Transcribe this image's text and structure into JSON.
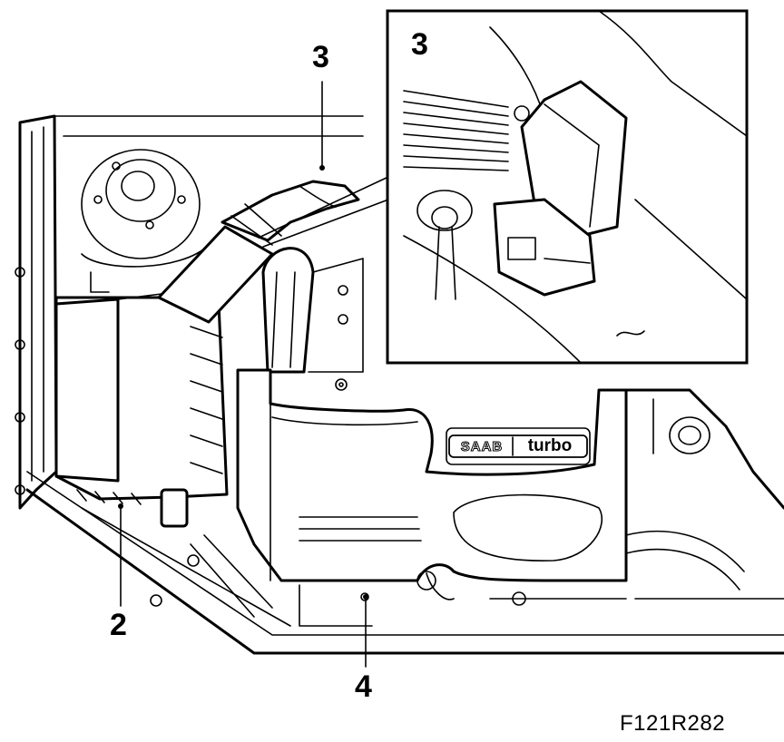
{
  "callouts": {
    "label_2": "2",
    "label_3_main": "3",
    "label_3_inset": "3",
    "label_4": "4"
  },
  "badge": {
    "brand": "SAAB",
    "model": "turbo"
  },
  "figure_reference": "F121R282"
}
